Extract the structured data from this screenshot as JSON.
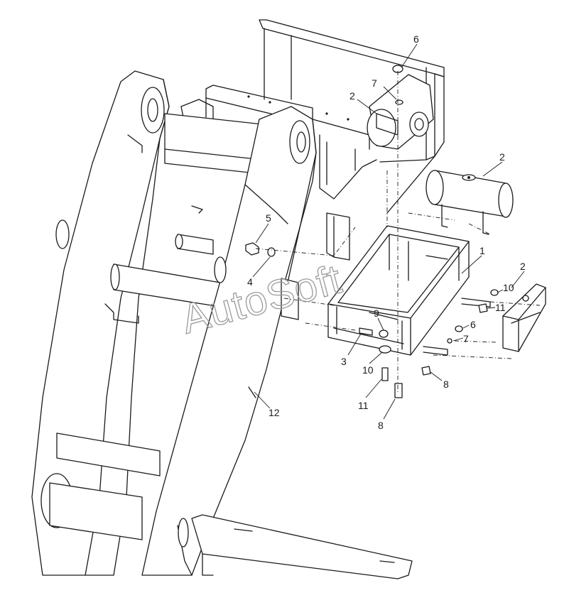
{
  "watermark": "AutoSoft",
  "callouts": [
    {
      "id": "c1",
      "label": "1"
    },
    {
      "id": "c2a",
      "label": "2"
    },
    {
      "id": "c2b",
      "label": "2"
    },
    {
      "id": "c2c",
      "label": "2"
    },
    {
      "id": "c3",
      "label": "3"
    },
    {
      "id": "c4",
      "label": "4"
    },
    {
      "id": "c5",
      "label": "5"
    },
    {
      "id": "c6a",
      "label": "6"
    },
    {
      "id": "c6b",
      "label": "6"
    },
    {
      "id": "c7a",
      "label": "7"
    },
    {
      "id": "c7b",
      "label": "7"
    },
    {
      "id": "c8a",
      "label": "8"
    },
    {
      "id": "c8b",
      "label": "8"
    },
    {
      "id": "c9",
      "label": "9"
    },
    {
      "id": "c10a",
      "label": "10"
    },
    {
      "id": "c10b",
      "label": "10"
    },
    {
      "id": "c11a",
      "label": "11"
    },
    {
      "id": "c11b",
      "label": "11"
    },
    {
      "id": "c12",
      "label": "12"
    }
  ]
}
